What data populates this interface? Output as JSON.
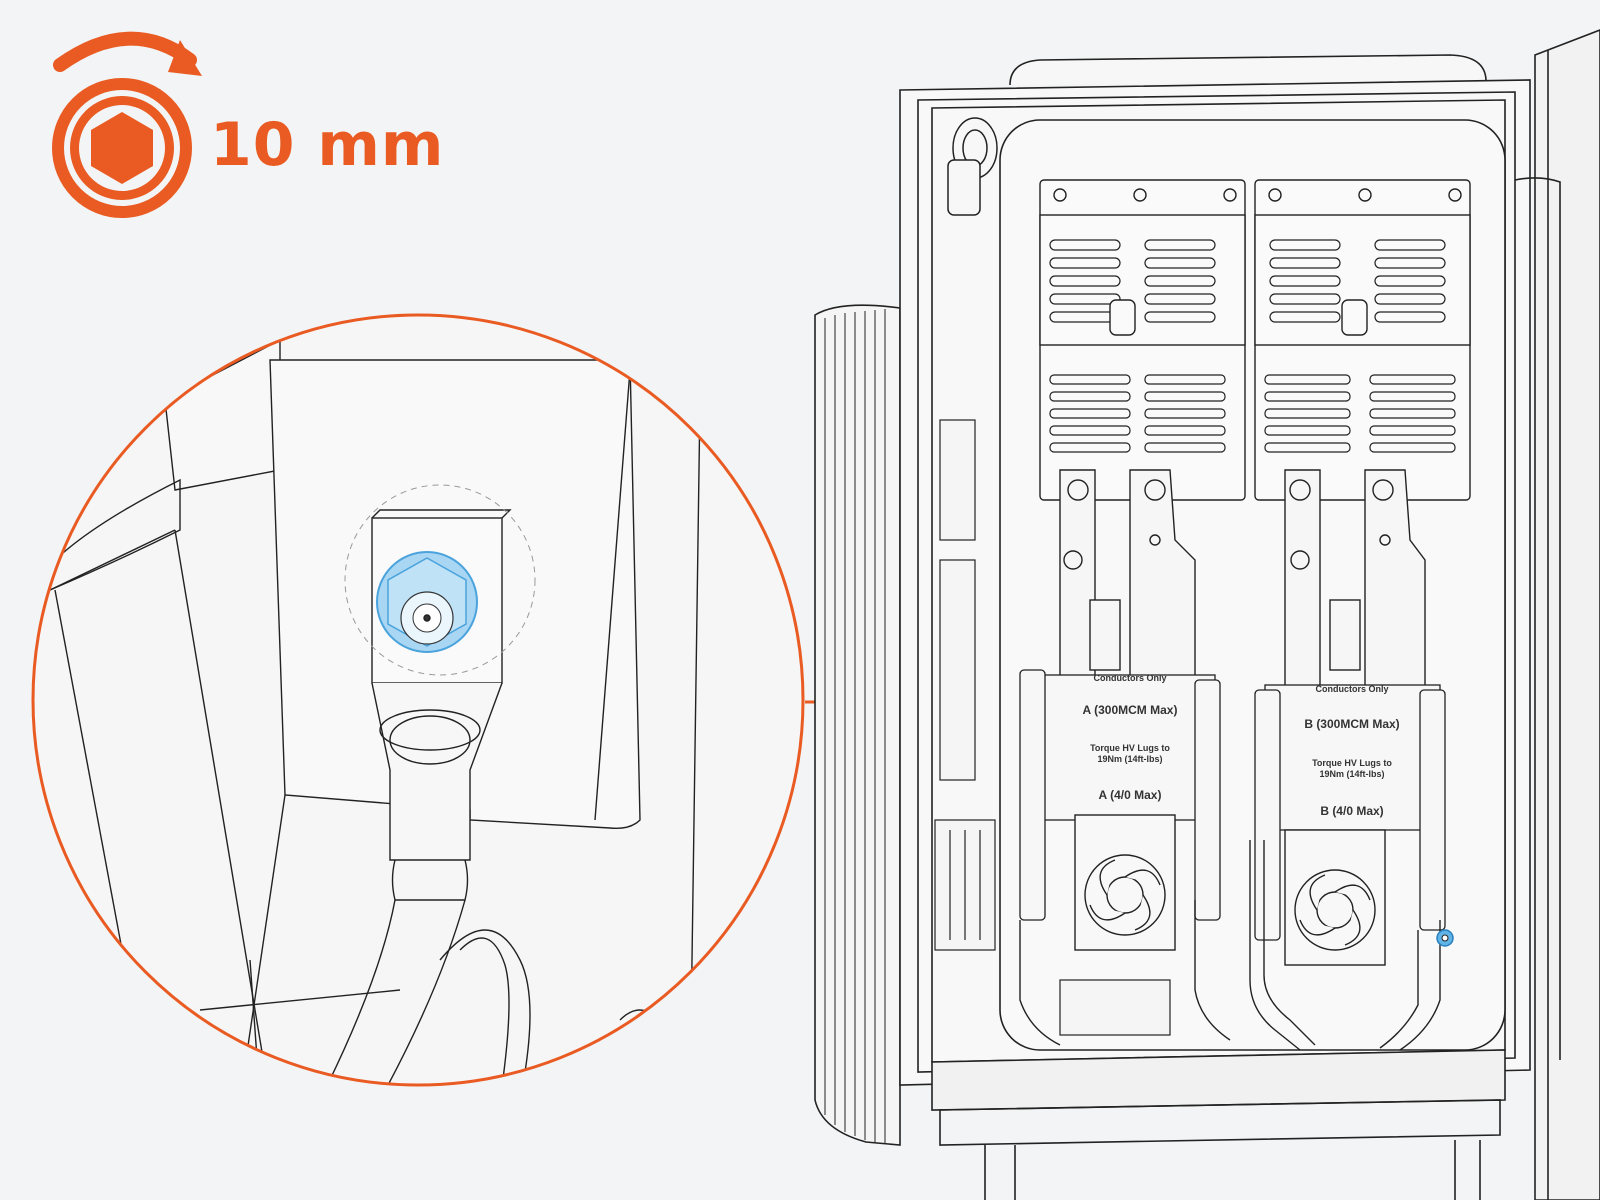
{
  "tool": {
    "icon": "hex-socket-clockwise-icon",
    "size_label": "10 mm",
    "color": "#e95b22"
  },
  "highlight_color": "#5fb3e6",
  "panel_labels": {
    "a_conductors": "Conductors Only",
    "a_max": "A (300MCM Max)",
    "a_torque_line1": "Torque HV Lugs to",
    "a_torque_line2": "19Nm (14ft-lbs)",
    "a_small": "A (4/0 Max)",
    "b_conductors": "Conductors Only",
    "b_max": "B (300MCM Max)",
    "b_torque_line1": "Torque HV Lugs to",
    "b_torque_line2": "19Nm (14ft-lbs)",
    "b_small": "B (4/0 Max)"
  }
}
